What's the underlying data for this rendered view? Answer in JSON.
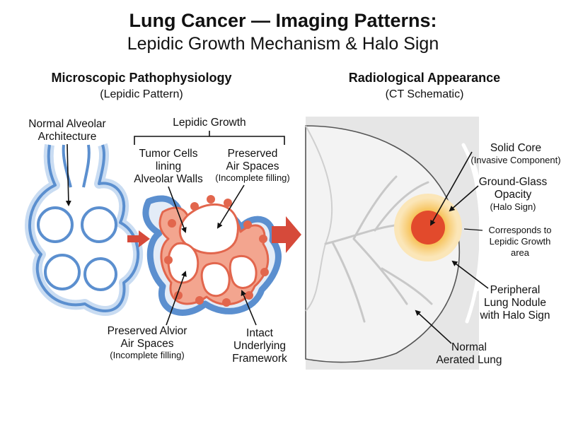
{
  "title": {
    "line1": "Lung Cancer — Imaging Patterns:",
    "line2": "Lepidic Growth Mechanism & Halo Sign"
  },
  "left_section": {
    "heading": "Microscopic Pathophysiology",
    "subheading": "(Lepidic Pattern)",
    "normal_label": [
      "Normal Alveolar",
      "Architecture"
    ],
    "lepidic_label": "Lepidic Growth",
    "tumor_cells_label": [
      "Tumor Cells",
      "lining",
      "Alveolar Walls"
    ],
    "preserved_top_label": [
      "Preserved",
      "Air Spaces"
    ],
    "preserved_top_note": "(Incomplete filling)",
    "preserved_bottom_label": [
      "Preserved Alvior",
      "Air Spaces"
    ],
    "preserved_bottom_note": "(Incomplete filling)",
    "framework_label": [
      "Intact",
      "Underlying",
      "Framework"
    ]
  },
  "right_section": {
    "heading": "Radiological Appearance",
    "subheading": "(CT Schematic)",
    "solid_core_label": "Solid Core",
    "solid_core_note": "(Invasive Component)",
    "ggo_label": [
      "Ground-Glass",
      "Opacity"
    ],
    "ggo_note": "(Halo Sign)",
    "corresponds_label": [
      "Corresponds to",
      "Lepidic Growth",
      "area"
    ],
    "nodule_label": [
      "Peripheral",
      "Lung Nodule",
      "with Halo Sign"
    ],
    "normal_lung_label": [
      "Normal",
      "Aerated Lung"
    ]
  },
  "colors": {
    "alveolar_blue": "#5b8fcf",
    "alveolar_light": "#c9dcf2",
    "tumor_red": "#e2664d",
    "tumor_light": "#f3a58f",
    "arrow_red": "#d64a3a",
    "core_red": "#e24a2c",
    "halo_orange": "#f6b73c",
    "lung_gray": "#e5e5e5"
  }
}
